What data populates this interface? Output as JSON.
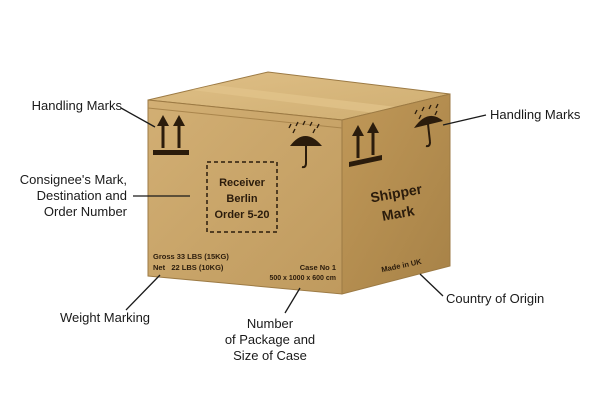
{
  "colors": {
    "box_front": "#c9a468",
    "box_side": "#b48d4f",
    "box_top": "#d8b67c",
    "print": "#2b1c0c",
    "leader": "#1a1a1a"
  },
  "icons": {
    "arrows_up": "this-way-up-arrows-icon",
    "umbrella": "keep-dry-umbrella-icon"
  },
  "callouts": {
    "handling_left": [
      "Handling Marks"
    ],
    "handling_right": [
      "Handling Marks"
    ],
    "consignee": [
      "Consignee's Mark,",
      "Destination and",
      "Order Number"
    ],
    "weight": [
      "Weight Marking"
    ],
    "package": [
      "Number",
      "of Package and",
      "Size of Case"
    ],
    "origin": [
      "Country of Origin"
    ]
  },
  "box_print": {
    "receiver_lines": [
      "Receiver",
      "Berlin",
      "Order 5-20"
    ],
    "gross": "Gross 33 LBS (15KG)",
    "net": "Net   22 LBS (10KG)",
    "case_no": "Case No 1",
    "case_size": "500 x 1000 x 600 cm",
    "shipper_lines": [
      "Shipper",
      "Mark"
    ],
    "made_in": "Made in UK"
  }
}
